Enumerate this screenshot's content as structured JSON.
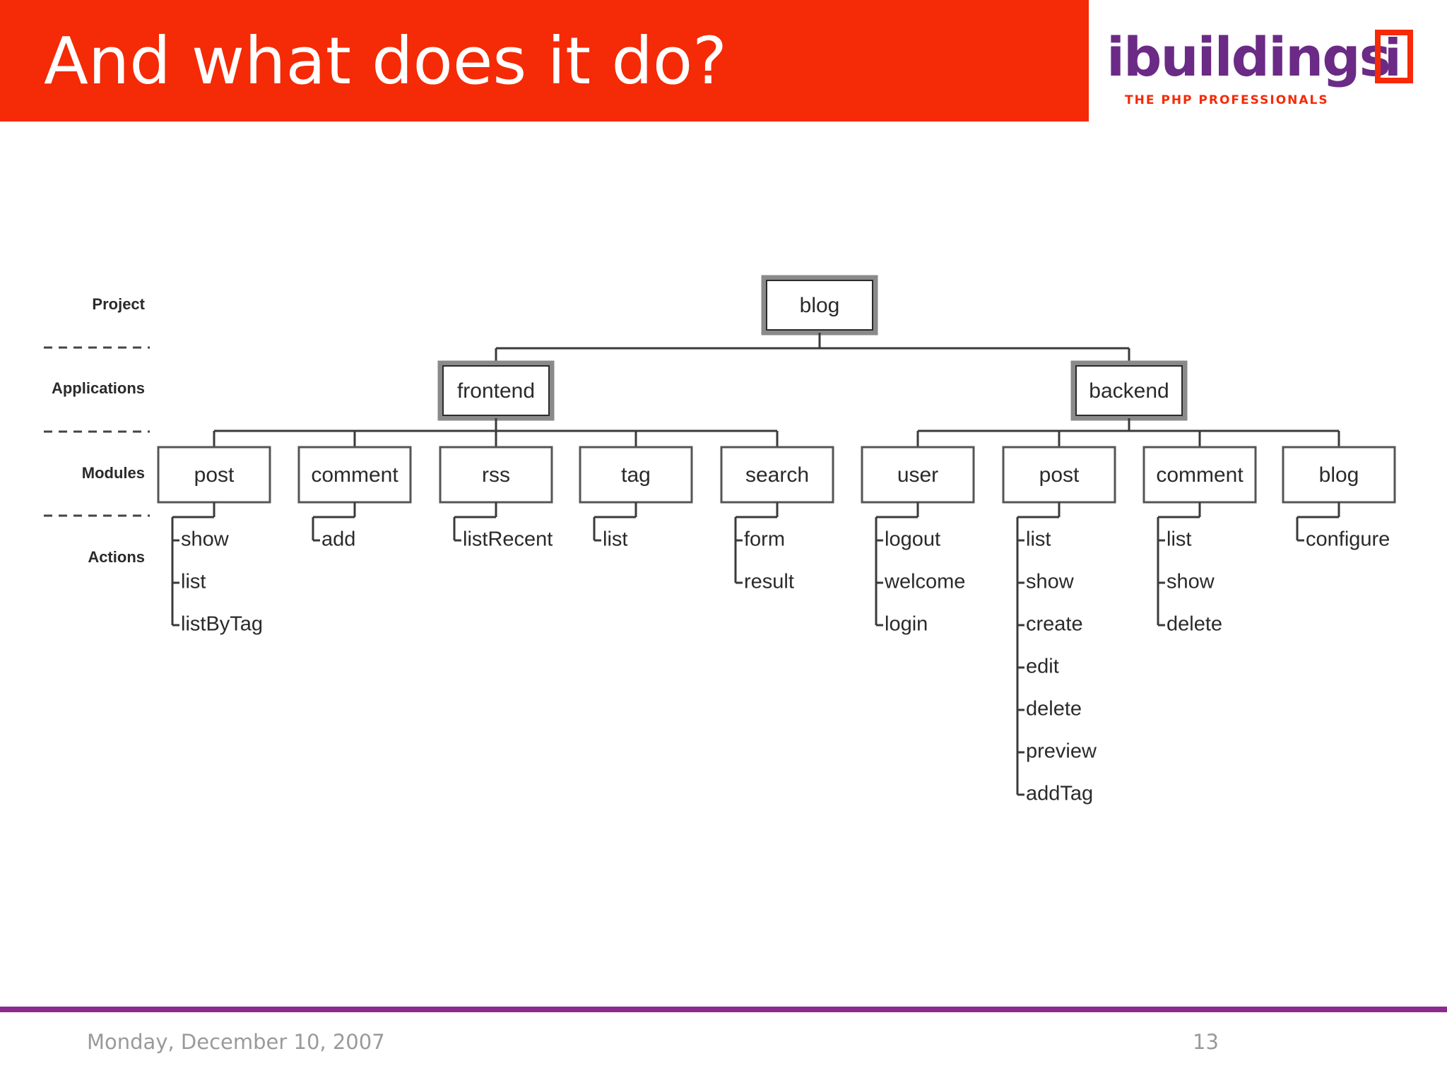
{
  "slide": {
    "title": "And what does it do?",
    "date": "Monday, December 10, 2007",
    "page_number": "13"
  },
  "logo": {
    "word": "ibuildings",
    "bracket_letter": "i",
    "tagline": "THE PHP PROFESSIONALS"
  },
  "colors": {
    "title_bar": "#f52a06",
    "brand_purple": "#6b2a86",
    "footer_rule": "#8d2a90"
  },
  "diagram": {
    "levels": [
      "Project",
      "Applications",
      "Modules",
      "Actions"
    ],
    "project": "blog",
    "applications": [
      "frontend",
      "backend"
    ],
    "modules": [
      {
        "name": "post",
        "application": "frontend",
        "actions": [
          "show",
          "list",
          "listByTag"
        ]
      },
      {
        "name": "comment",
        "application": "frontend",
        "actions": [
          "add"
        ]
      },
      {
        "name": "rss",
        "application": "frontend",
        "actions": [
          "listRecent"
        ]
      },
      {
        "name": "tag",
        "application": "frontend",
        "actions": [
          "list"
        ]
      },
      {
        "name": "search",
        "application": "frontend",
        "actions": [
          "form",
          "result"
        ]
      },
      {
        "name": "user",
        "application": "backend",
        "actions": [
          "logout",
          "welcome",
          "login"
        ]
      },
      {
        "name": "post",
        "application": "backend",
        "actions": [
          "list",
          "show",
          "create",
          "edit",
          "delete",
          "preview",
          "addTag"
        ]
      },
      {
        "name": "comment",
        "application": "backend",
        "actions": [
          "list",
          "show",
          "delete"
        ]
      },
      {
        "name": "blog",
        "application": "backend",
        "actions": [
          "configure"
        ]
      }
    ]
  }
}
